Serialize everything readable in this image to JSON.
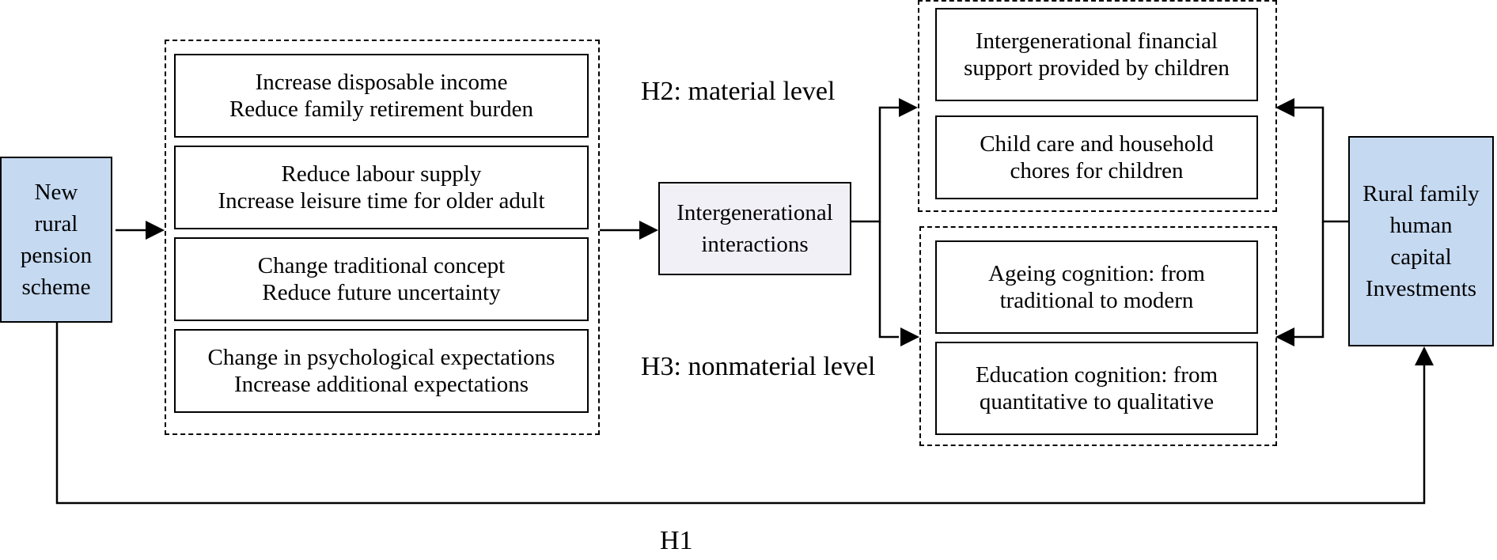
{
  "source_node": {
    "lines": [
      "New",
      "rural",
      "pension",
      "scheme"
    ]
  },
  "mechanisms": [
    {
      "lines": [
        "Increase disposable income",
        "Reduce family retirement burden"
      ]
    },
    {
      "lines": [
        "Reduce labour supply",
        "Increase leisure time for older adult"
      ]
    },
    {
      "lines": [
        "Change traditional concept",
        "Reduce future uncertainty"
      ]
    },
    {
      "lines": [
        "Change in psychological expectations",
        "Increase additional expectations"
      ]
    }
  ],
  "mediator_node": {
    "lines": [
      "Intergenerational",
      "interactions"
    ]
  },
  "material_items": [
    {
      "lines": [
        "Intergenerational financial",
        "support provided by children"
      ]
    },
    {
      "lines": [
        "Child care and household",
        "chores for children"
      ]
    }
  ],
  "nonmaterial_items": [
    {
      "lines": [
        "Ageing cognition: from",
        "traditional to modern"
      ]
    },
    {
      "lines": [
        "Education cognition: from",
        "quantitative to qualitative"
      ]
    }
  ],
  "outcome_node": {
    "lines": [
      "Rural family",
      "human",
      "capital",
      "Investments"
    ]
  },
  "hypotheses": {
    "h1": "H1",
    "h2": "H2: material level",
    "h3": "H3: nonmaterial level"
  },
  "colors": {
    "source_fill": "#c5d9f1",
    "outcome_fill": "#c5d9f1",
    "mediator_fill": "#f2f0f7"
  }
}
